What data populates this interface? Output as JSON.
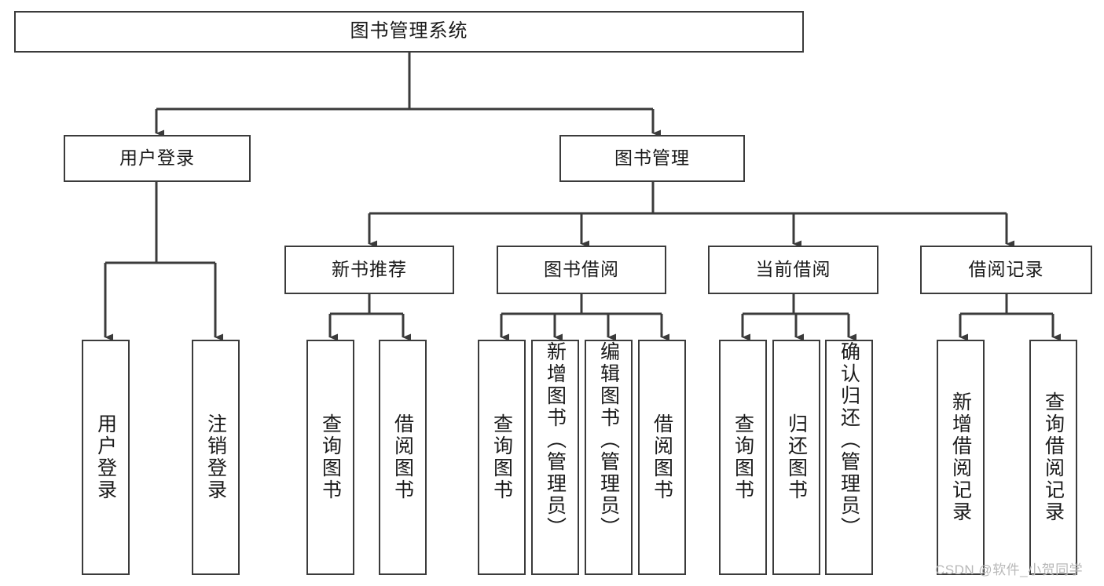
{
  "diagram": {
    "type": "hierarchy-tree",
    "title": "图书管理系统",
    "watermark": "CSDN @软件_小贺同学",
    "colors": {
      "stroke": "#3b3b3b",
      "fill": "#ffffff",
      "text": "#1a1a1a",
      "watermark": "#b8b8b8"
    },
    "root": {
      "label": "图书管理系统"
    },
    "level2": [
      {
        "label": "用户登录"
      },
      {
        "label": "图书管理"
      }
    ],
    "level3": [
      {
        "label": "新书推荐"
      },
      {
        "label": "图书借阅"
      },
      {
        "label": "当前借阅"
      },
      {
        "label": "借阅记录"
      }
    ],
    "leaves": {
      "user_login": [
        {
          "label": "用户登录"
        },
        {
          "label": "注销登录"
        }
      ],
      "new_book": [
        {
          "label": "查询图书"
        },
        {
          "label": "借阅图书"
        }
      ],
      "borrow_book": [
        {
          "label": "查询图书"
        },
        {
          "label": "新增图书（管理员）"
        },
        {
          "label": "编辑图书（管理员）"
        },
        {
          "label": "借阅图书"
        }
      ],
      "current_borrow": [
        {
          "label": "查询图书"
        },
        {
          "label": "归还图书"
        },
        {
          "label": "确认归还（管理员）"
        }
      ],
      "borrow_record": [
        {
          "label": "新增借阅记录"
        },
        {
          "label": "查询借阅记录"
        }
      ]
    }
  }
}
